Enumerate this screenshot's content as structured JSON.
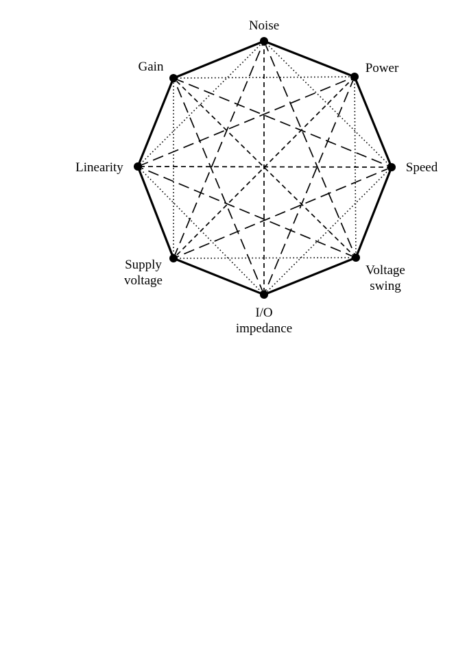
{
  "nodes": [
    {
      "id": "noise",
      "lines": [
        "Noise"
      ]
    },
    {
      "id": "power",
      "lines": [
        "Power"
      ]
    },
    {
      "id": "speed",
      "lines": [
        "Speed"
      ]
    },
    {
      "id": "voltage-swing",
      "lines": [
        "Voltage",
        "swing"
      ]
    },
    {
      "id": "io-impedance",
      "lines": [
        "I/O",
        "impedance"
      ]
    },
    {
      "id": "supply-voltage",
      "lines": [
        "Supply",
        "voltage"
      ]
    },
    {
      "id": "linearity",
      "lines": [
        "Linearity"
      ]
    },
    {
      "id": "gain",
      "lines": [
        "Gain"
      ]
    }
  ],
  "colors": {
    "line": "#000000",
    "background": "#ffffff"
  }
}
